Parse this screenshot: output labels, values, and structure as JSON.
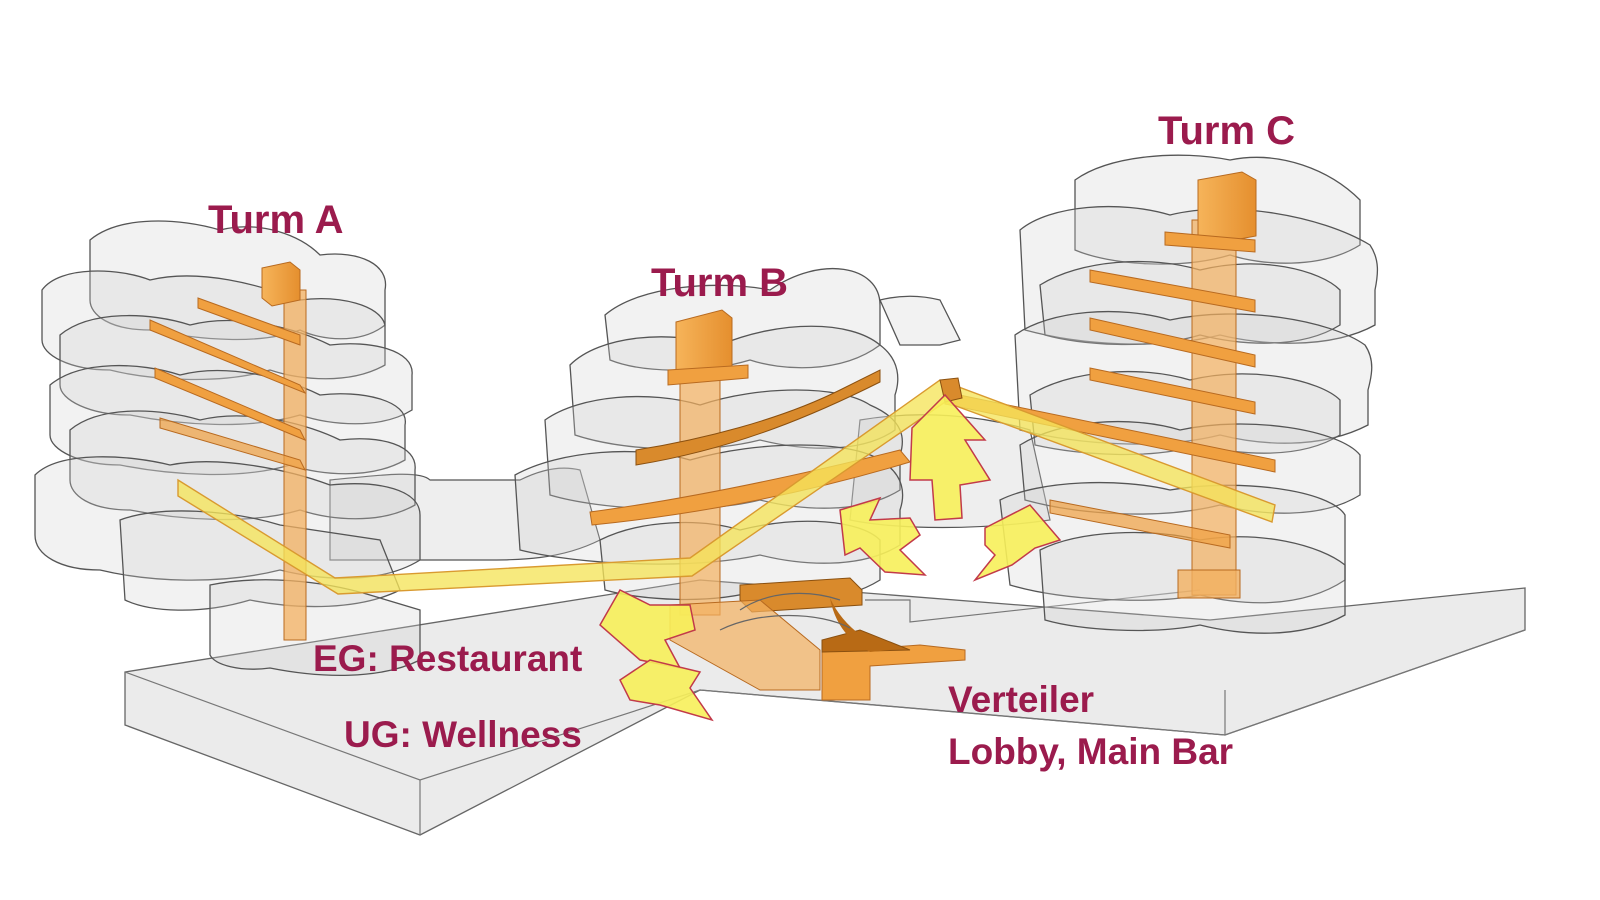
{
  "labels": {
    "tower_a": "Turm A",
    "tower_b": "Turm B",
    "tower_c": "Turm C",
    "eg": "EG: Restaurant",
    "ug": "UG: Wellness",
    "verteiler_1": "Verteiler",
    "verteiler_2": "Lobby, Main Bar"
  },
  "colors": {
    "label": "#9b1b4d",
    "core": "#f0a040",
    "core_dark": "#d98a2c",
    "corridor": "#f5e45a",
    "arrow": "#f7ef5a",
    "arrow_stroke": "#c23a4a",
    "glass_fill": "#d4d4d4",
    "glass_stroke": "#555555"
  },
  "icons": {
    "flow_arrows": "arrow-icon"
  }
}
